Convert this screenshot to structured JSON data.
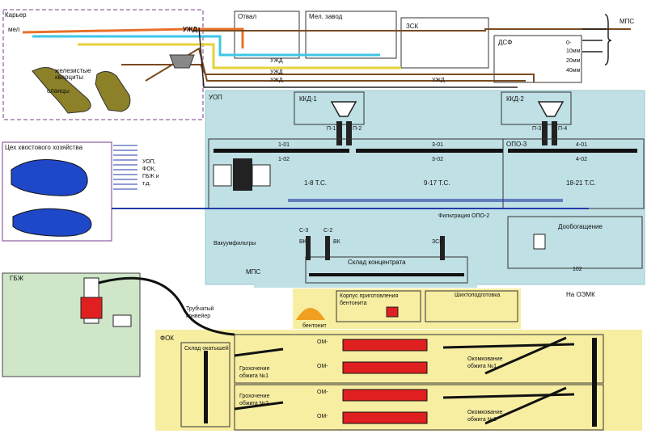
{
  "labels": {
    "karer": "Карьер",
    "mel": "мел",
    "uzhd_top": "УЖД",
    "zhelezistye_kvartsity": "железистые кварциты",
    "slantsy": "сланцы",
    "otval": "Отвал",
    "mel_zavod": "Мел. завод",
    "zsk": "ЗСК",
    "dsf": "ДСФ",
    "mps_top": "МПС",
    "dsf_fr1": "0-",
    "dsf_fr2": "10мм",
    "dsf_fr3": "20мм",
    "dsf_fr4": "40мм",
    "uzhd_a": "УЖД",
    "uzhd_b": "УЖД",
    "uzhd_c": "УЖД",
    "uzhd_d": "УЖД",
    "uop": "УОП",
    "kkd1": "ККД-1",
    "kkd2": "ККД-2",
    "p1": "П-1",
    "p2": "П-2",
    "p3": "П-3",
    "p4": "П-4",
    "opo3": "ОПО-3",
    "s101": "1-01",
    "s102": "1-02",
    "s301": "3-01",
    "s302": "3-02",
    "s401": "4-01",
    "s402": "4-02",
    "ts1": "1-8 Т.С.",
    "ts2": "9-17 Т.С.",
    "ts3": "18-21 Т.С.",
    "filtration": "Фильтрация ОПО-2",
    "tailings": "Цех хвостового хозяйства",
    "uop_fok": "УОП, ФОК, ГБЖ и т.д.",
    "dooboga": "Дообогащение",
    "na_ozmk": "На ОЭМК",
    "s3": "С-3",
    "s2": "С-2",
    "vk1": "ВК",
    "vk2": "ВК",
    "zsk_small": "ЗСК",
    "vakuum": "Вакуумфильтры",
    "sklad_konc": "Склад концентрата",
    "mps_mid": "МПС",
    "gbzh": "ГБЖ",
    "trubchaty": "Трубчатый конвейер",
    "korpus": "Корпус приготовления бентонита",
    "shikhto": "Шихтоподготовка",
    "bentonit": "бентонит",
    "fok": "ФОК",
    "sklad_okatyshey": "Склад окатышей",
    "om1": "ОМ-",
    "om2": "ОМ-",
    "om3": "ОМ-",
    "om4": "ОМ-",
    "grokochenie1": "Грохочение обжига №1",
    "grokochenie2": "Грохочение обжига №2",
    "okomkovanie1": "Окомкование обжига №1",
    "okomkovanie2": "Окомкование обжига №2",
    "n102": "102"
  },
  "colors": {
    "uop_fill": "#bfe0e4",
    "yellow_fill": "#f7eea2",
    "green_fill": "#cfe6c8",
    "tailings_water": "#1f48c8",
    "ore_body": "#8c8128",
    "line_orange": "#e8702a",
    "line_cyan": "#3ec6e6",
    "line_yellow": "#e6d23a",
    "line_brown": "#7a4a1f",
    "line_blue": "#233aa8",
    "kiln_red": "#e02020",
    "border_purple": "#7a3d8c"
  },
  "icons": {
    "wagon": "train-wagon-icon",
    "crusher": "crusher-hopper-icon",
    "truck": "dump-truck-icon",
    "mill": "ball-mill-icon",
    "separator": "magnetic-separator-icon"
  }
}
